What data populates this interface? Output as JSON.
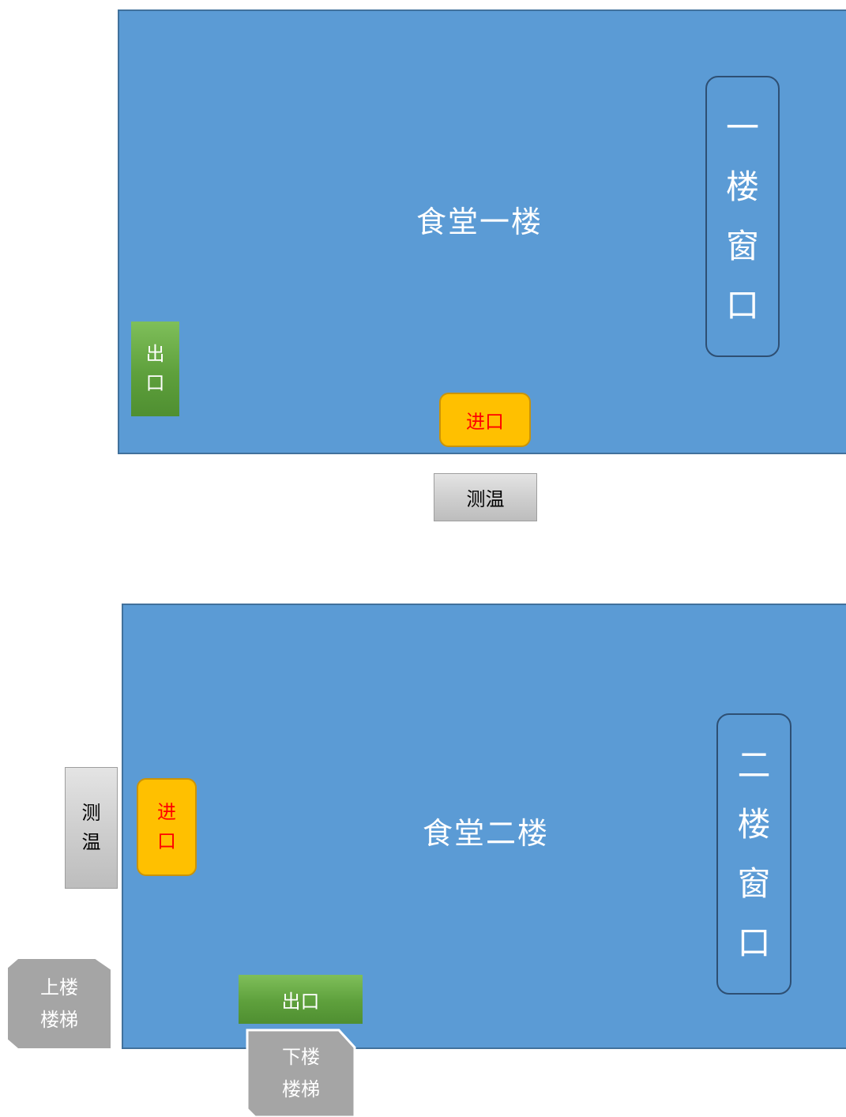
{
  "floor1": {
    "title": "食堂一楼",
    "window_chars": [
      "一",
      "楼",
      "窗",
      "口"
    ],
    "exit_lines": [
      "出",
      "口"
    ],
    "entrance": "进口",
    "temperature": "测温"
  },
  "floor2": {
    "title": "食堂二楼",
    "window_chars": [
      "二",
      "楼",
      "窗",
      "口"
    ],
    "exit": "出口",
    "entrance_lines": [
      "进",
      "口"
    ],
    "temperature_lines": [
      "测",
      "温"
    ],
    "stairs_up_lines": [
      "上楼",
      "楼梯"
    ],
    "stairs_down_lines": [
      "下楼",
      "楼梯"
    ]
  },
  "colors": {
    "floor_fill": "#5b9bd5",
    "entrance_fill": "#ffc000",
    "entrance_text": "#ff0000",
    "exit_fill": "#70ad47",
    "check_fill": "#d0d0d0",
    "stairs_fill": "#a5a5a5"
  }
}
